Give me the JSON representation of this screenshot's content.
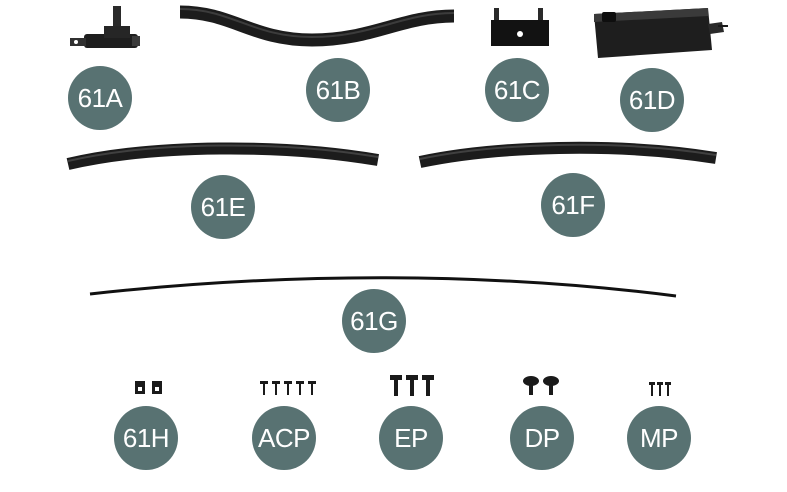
{
  "parts": [
    {
      "id": "61A",
      "label": "61A",
      "icon": "t-connector-icon"
    },
    {
      "id": "61B",
      "label": "61B",
      "icon": "curved-hose-icon"
    },
    {
      "id": "61C",
      "label": "61C",
      "icon": "bracket-icon"
    },
    {
      "id": "61D",
      "label": "61D",
      "icon": "reservoir-box-icon"
    },
    {
      "id": "61E",
      "label": "61E",
      "icon": "hose-icon"
    },
    {
      "id": "61F",
      "label": "61F",
      "icon": "hose-icon"
    },
    {
      "id": "61G",
      "label": "61G",
      "icon": "wire-icon"
    },
    {
      "id": "61H",
      "label": "61H",
      "icon": "clips-icon"
    },
    {
      "id": "ACP",
      "label": "ACP",
      "icon": "screws-icon"
    },
    {
      "id": "EP",
      "label": "EP",
      "icon": "screws-icon"
    },
    {
      "id": "DP",
      "label": "DP",
      "icon": "screws-icon"
    },
    {
      "id": "MP",
      "label": "MP",
      "icon": "screws-icon"
    }
  ],
  "colors": {
    "badge": "#587272",
    "part": "#1c1c1c"
  }
}
